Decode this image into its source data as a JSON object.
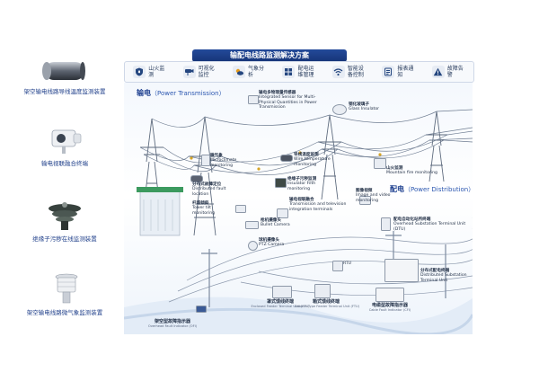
{
  "title": "输配电线路监测解决方案",
  "functions": [
    {
      "label": "山火监测",
      "icon": "fire-shield-icon"
    },
    {
      "label": "可视化监控",
      "icon": "camera-icon"
    },
    {
      "label": "气象分析",
      "icon": "weather-icon"
    },
    {
      "label": "配电运维管理",
      "icon": "grid-icon"
    },
    {
      "label": "智能设备控制",
      "icon": "wifi-icon"
    },
    {
      "label": "报表通知",
      "icon": "report-icon"
    },
    {
      "label": "故障告警",
      "icon": "warning-icon"
    }
  ],
  "left_products": [
    {
      "label": "架空输电线路导线温度监测装置"
    },
    {
      "label": "输电视联融合终端"
    },
    {
      "label": "绝缘子污秽在线监测装置"
    },
    {
      "label": "架空输电线路微气象监测装置"
    }
  ],
  "sections": {
    "transmission": {
      "cn": "输电",
      "en": "（Power Transmission）"
    },
    "distribution": {
      "cn": "配电",
      "en": "（Power Distribution）"
    }
  },
  "callouts": {
    "integrated_sensor": {
      "cn": "输电多物理量传感器",
      "en": "Integrated Sensor for Multi-Physical Quantities in Power Transmission"
    },
    "glass_insulator": {
      "cn": "钢化玻璃子",
      "en": "Glass Insulator"
    },
    "microclimate": {
      "cn": "微气象",
      "en": "Microclimate monitoring"
    },
    "wire_temp": {
      "cn": "导线温度监测",
      "en": "Wire temperature monitoring"
    },
    "fault_location": {
      "cn": "分布式故障定位",
      "en": "Distributed fault location"
    },
    "insulator_filth": {
      "cn": "绝缘子污秽监测",
      "en": "Insulator Filth monitoring"
    },
    "mountain_fire": {
      "cn": "山火监测",
      "en": "Mountain fire monitoring"
    },
    "tower_tilt": {
      "cn": "杆塔倾斜",
      "en": "Tower tilt monitoring"
    },
    "transmission_tv": {
      "cn": "输电视联融合",
      "en": "Transmission and television integration terminals"
    },
    "image_video": {
      "cn": "图像视频",
      "en": "Image and video monitoring"
    },
    "bullet_camera": {
      "cn": "枪机摄像头",
      "en": "Bullet Camera"
    },
    "ptz_camera": {
      "cn": "球机摄像头",
      "en": "PTZ Camera"
    },
    "distribution_terminal": {
      "cn": "配电自动化站所终端",
      "en": "Overhead Substation Terminal Unit (DTU)"
    },
    "dtu_box": {
      "cn": "分布式配电终端",
      "en": "Distributed Substation Terminal Unit"
    },
    "fti_overhead": {
      "cn": "架空型故障指示器",
      "en": "Overhead Fault Indicator (OFI)"
    },
    "fti_enclosed": {
      "cn": "罩式馈线终端",
      "en": "Enclosed Feeder Terminal Unit (FTU)"
    },
    "fti_cabinet": {
      "cn": "箱式馈线终端",
      "en": "Cabinet-Type Feeder Terminal Unit (FTU)"
    },
    "fti_cable": {
      "cn": "电缆型故障指示器",
      "en": "Cable Fault Indicator (CFI)"
    },
    "rtu_tag": {
      "en": "RTU"
    }
  }
}
